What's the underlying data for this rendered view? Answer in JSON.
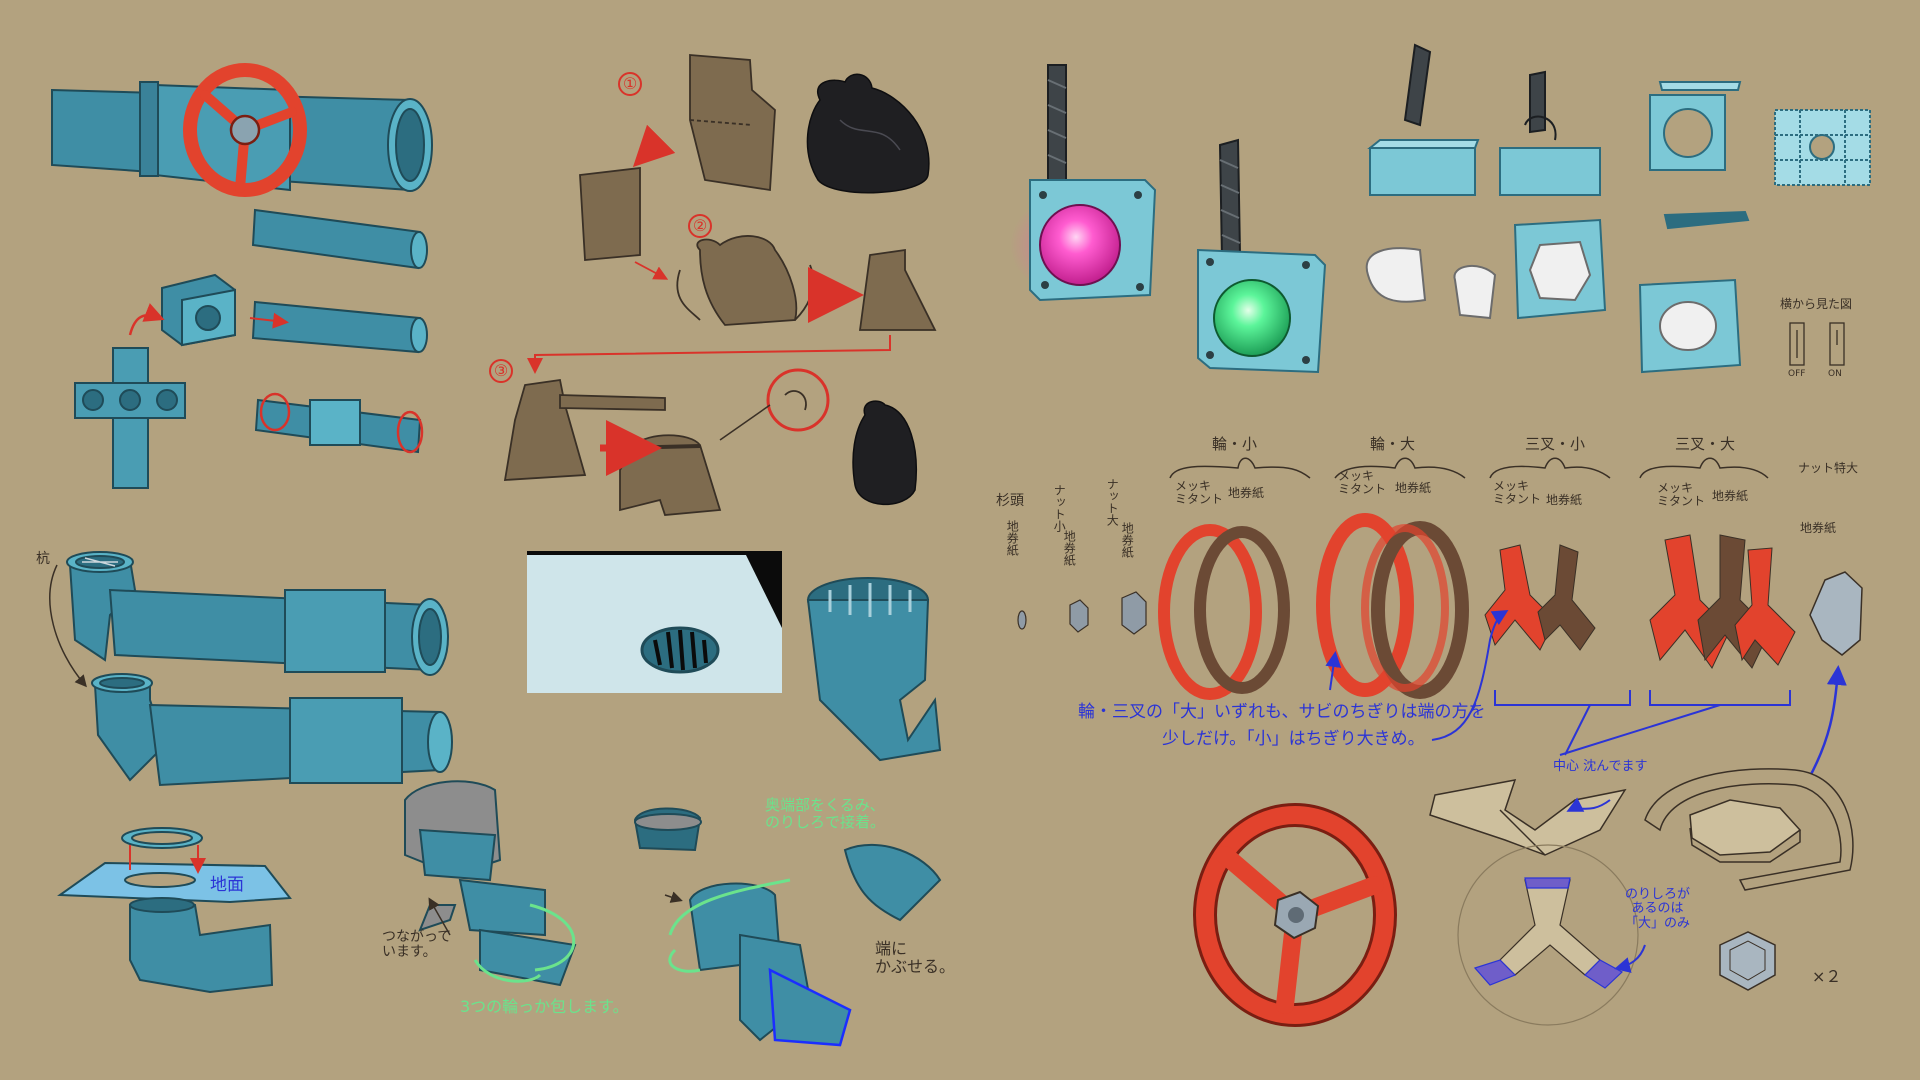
{
  "colors": {
    "paper": "#b3a27f",
    "pipe": "#3f8ea5",
    "pipe_light": "#5ab3c7",
    "valve_red": "#e2432d",
    "rust_brown": "#6b4a35",
    "bag_olive": "#7e6b4f",
    "bag_black": "#1f1f22",
    "lamp_pink": "#ff3fbf",
    "lamp_green": "#4cf08c",
    "annotation_blue": "#2b34d6",
    "annotation_red": "#d9332a",
    "annotation_green": "#6be38c"
  },
  "steps": {
    "one": "①",
    "two": "②",
    "three": "③"
  },
  "labels": {
    "stake": "杭",
    "ground": "地面",
    "connected": "つながって\nいます。",
    "three_rings": "3つの輪っか包します。",
    "wrap_inside": "奥端部をくるみ、\nのりしろで接着。",
    "cover_edge": "端に\nかぶせる。",
    "cedar_head": "杉頭",
    "nut_small": "ナット小",
    "nut_large": "ナット大",
    "nut_extra": "ナット特大",
    "paper": "地券紙",
    "ring_small": "輪・小",
    "ring_large": "輪・大",
    "tri_small": "三叉・小",
    "tri_large": "三叉・大",
    "plating_mitant": "メッキ\nミタント",
    "side_view": "横から見た図",
    "off": "OFF",
    "on": "ON",
    "rust_note_line1": "輪・三叉の「大」いずれも、サビのちぎりは端の方を",
    "rust_note_line2": "少しだけ。「小」はちぎり大きめ。",
    "center_fold": "中心 沈んでます",
    "glue_margin": "のりしろが\nあるのは\n「大」のみ",
    "times_two": "×２"
  }
}
